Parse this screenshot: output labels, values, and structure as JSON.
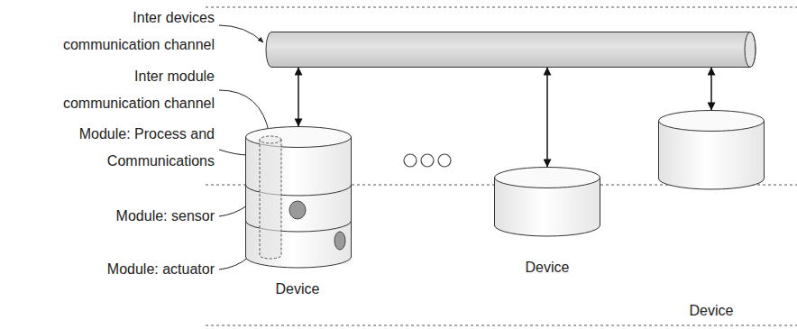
{
  "diagram": {
    "nodes": [
      {
        "text": [
          "Inter devices communication channel"
        ]
      },
      {
        "text": [
          "Device"
        ]
      },
      {
        "text": [
          "Module: Process and Communications"
        ],
        "in": 1
      },
      {
        "text": [
          "Module: sensor"
        ],
        "in": 1
      },
      {
        "text": [
          "Module: actuator"
        ],
        "in": 1
      },
      {
        "text": [
          "Device"
        ]
      },
      {
        "text": [
          "Device"
        ]
      }
    ],
    "edges": [
      {
        "from": 0,
        "to": 1,
        "arrow": "both"
      },
      {
        "from": 0,
        "to": 5,
        "arrow": "both"
      },
      {
        "from": 0,
        "to": 6,
        "arrow": "both"
      }
    ],
    "labels": [
      "Inter module communication channel"
    ]
  }
}
